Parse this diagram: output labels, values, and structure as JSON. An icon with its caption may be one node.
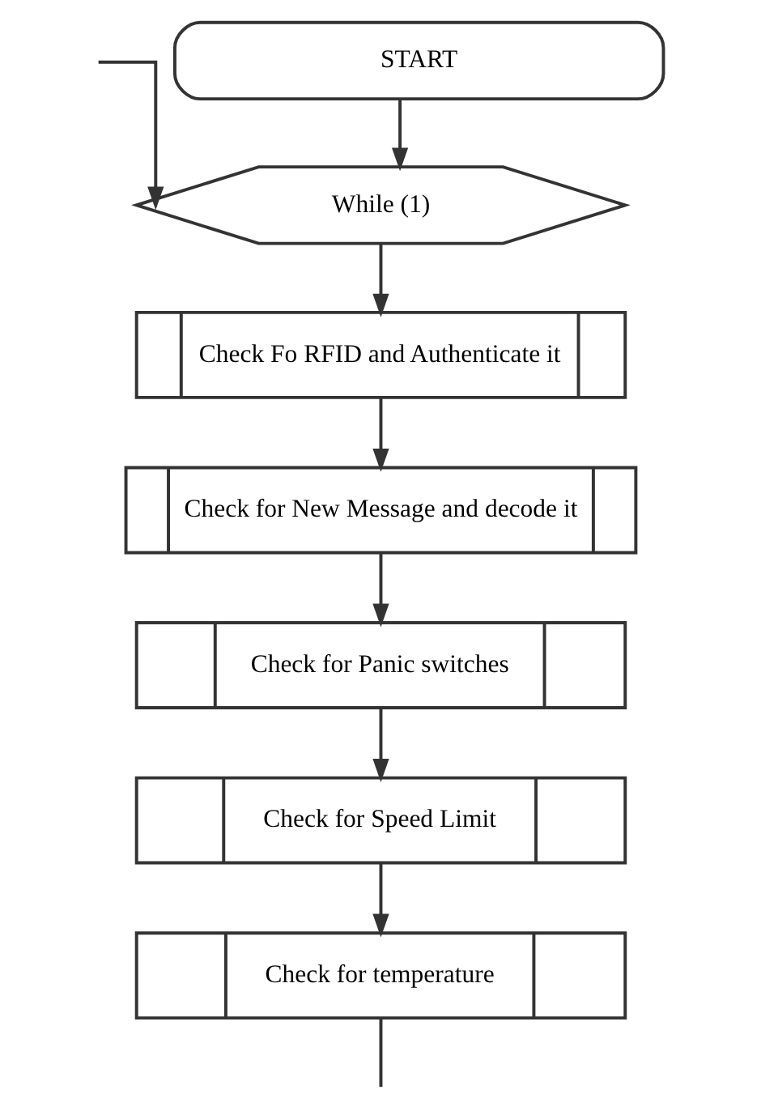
{
  "diagram": {
    "nodes": [
      {
        "text": [
          "START"
        ]
      },
      {
        "text": [
          "While (1)"
        ]
      },
      {
        "text": [
          "Check Fo RFID and Authenticate it"
        ]
      },
      {
        "text": [
          "Check for New Message and decode it"
        ]
      },
      {
        "text": [
          "Check for Panic switches"
        ]
      },
      {
        "text": [
          "Check for Speed Limit"
        ]
      },
      {
        "text": [
          "Check for temperature"
        ]
      }
    ],
    "edges": [
      {
        "from": 0,
        "to": 1,
        "arrow": "to"
      },
      {
        "from": 1,
        "to": 2,
        "arrow": "to"
      },
      {
        "from": 2,
        "to": 3,
        "arrow": "to"
      },
      {
        "from": 3,
        "to": 4,
        "arrow": "to"
      },
      {
        "from": 4,
        "to": 5,
        "arrow": "to"
      },
      {
        "from": 5,
        "to": 6,
        "arrow": "to"
      },
      {
        "from": 6,
        "to": null,
        "arrow": "none"
      },
      {
        "from": null,
        "to": 1,
        "arrow": "to"
      }
    ]
  }
}
